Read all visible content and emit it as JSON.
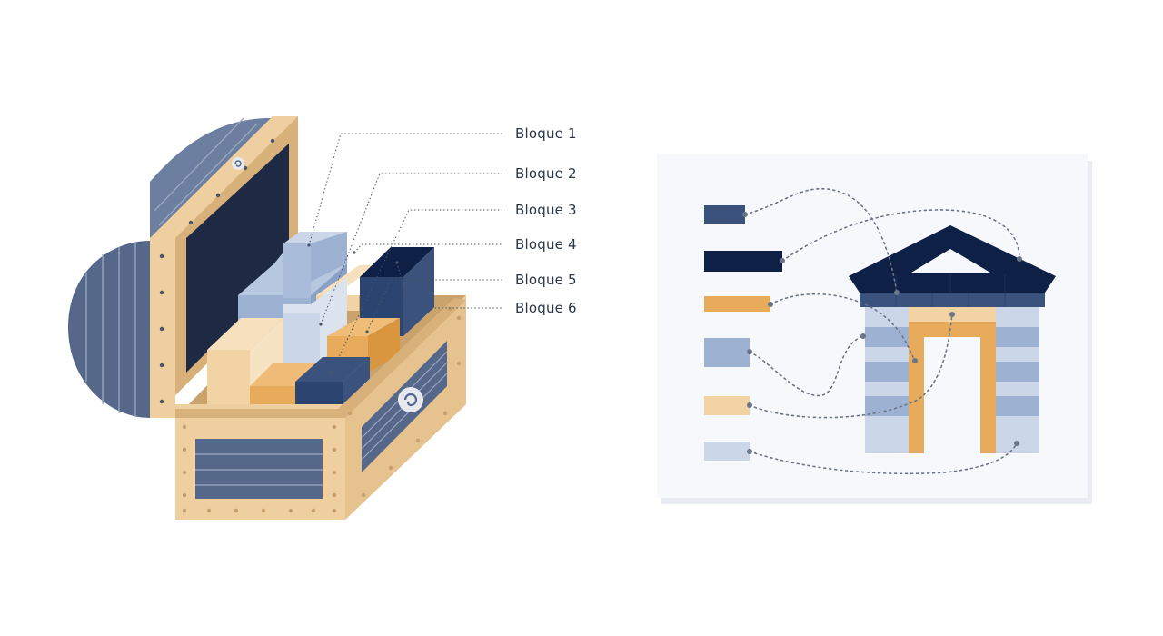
{
  "labels": {
    "b1": "Bloque 1",
    "b2": "Bloque 2",
    "b3": "Bloque 3",
    "b4": "Bloque 4",
    "b5": "Bloque 5",
    "b6": "Bloque 6"
  },
  "palette": {
    "navy": "#0e2046",
    "slate": "#3a527c",
    "orange": "#e8ab5c",
    "steel": "#9db2d2",
    "sand": "#f1d3a4",
    "mist": "#cbd7e8",
    "wood": "#efcfa0",
    "wood_dark": "#d8b07a",
    "stripe": "#56688a",
    "panel": "#f7f8fb"
  },
  "icons": [
    "spiral-icon"
  ]
}
